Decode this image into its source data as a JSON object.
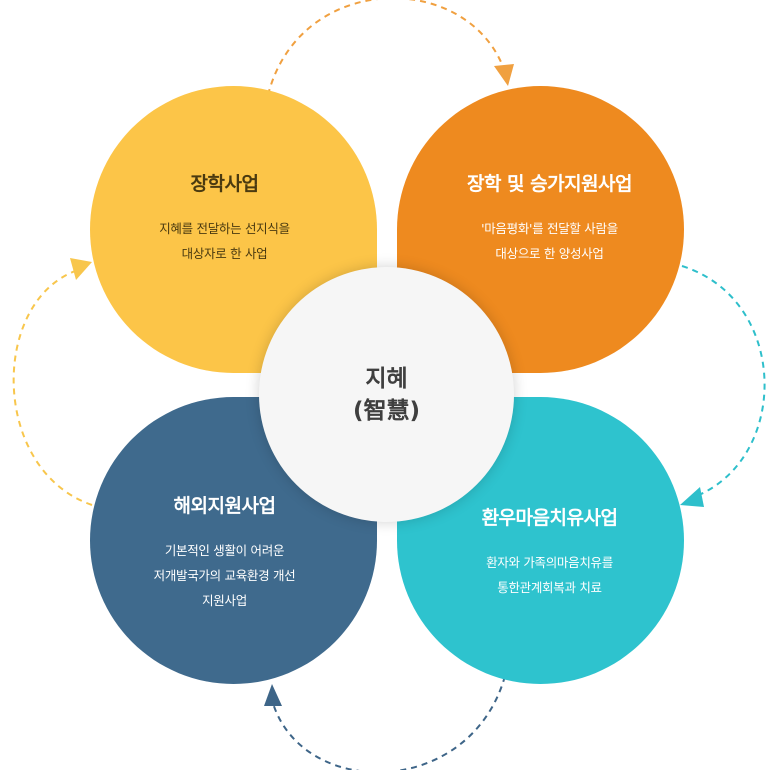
{
  "center": {
    "line1": "지혜",
    "line2": "(智慧)"
  },
  "petals": [
    {
      "title": "장학사업",
      "lines": [
        "지혜를 전달하는 선지식을",
        "대상자로 한 사업"
      ],
      "color": "#FCC548"
    },
    {
      "title": "장학 및 승가지원사업",
      "lines": [
        "'마음평화'를 전달할 사람을",
        "대상으로 한 양성사업"
      ],
      "color": "#EE8A1F"
    },
    {
      "title": "해외지원사업",
      "lines": [
        "기본적인 생활이 어려운",
        "저개발국가의 교육환경 개선",
        "지원사업"
      ],
      "color": "#3F6A8D"
    },
    {
      "title": "환우마음치유사업",
      "lines": [
        "환자와 가족의마음치유를",
        "통한관계회복과 치료"
      ],
      "color": "#2EC3CE"
    }
  ],
  "arrow_colors": {
    "top": "#F0A040",
    "right": "#2EBFCB",
    "bottom": "#3E6588",
    "left": "#F8C64C"
  }
}
